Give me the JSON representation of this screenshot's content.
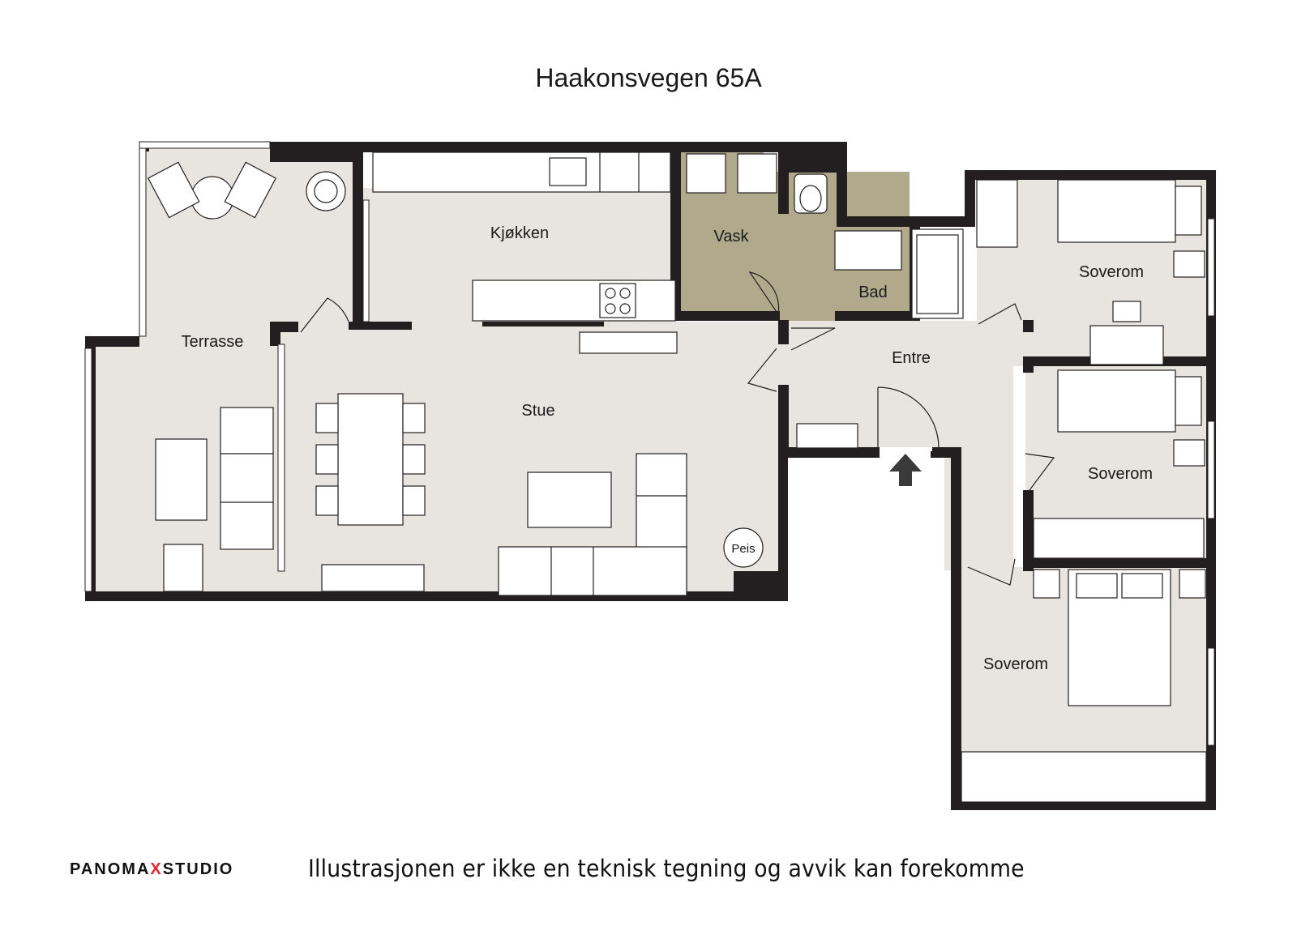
{
  "title": "Haakonsvegen 65A",
  "rooms": {
    "kitchen": "Kjøkken",
    "laundry": "Vask",
    "bath": "Bad",
    "terrace": "Terrasse",
    "living": "Stue",
    "entrance": "Entre",
    "bedroom1": "Soverom",
    "bedroom2": "Soverom",
    "bedroom3": "Soverom"
  },
  "fireplace_label": "Peis",
  "footer": {
    "brand_part1": "PANOMA",
    "brand_x": "X",
    "brand_part2": "STUDIO",
    "disclaimer": "Illustrasjonen er ikke en teknisk tegning og avvik kan forekomme"
  },
  "colors": {
    "wall": "#231f20",
    "floor": "#e8e4df",
    "wet_room": "#b0a98b",
    "brand_accent": "#e3262d"
  }
}
